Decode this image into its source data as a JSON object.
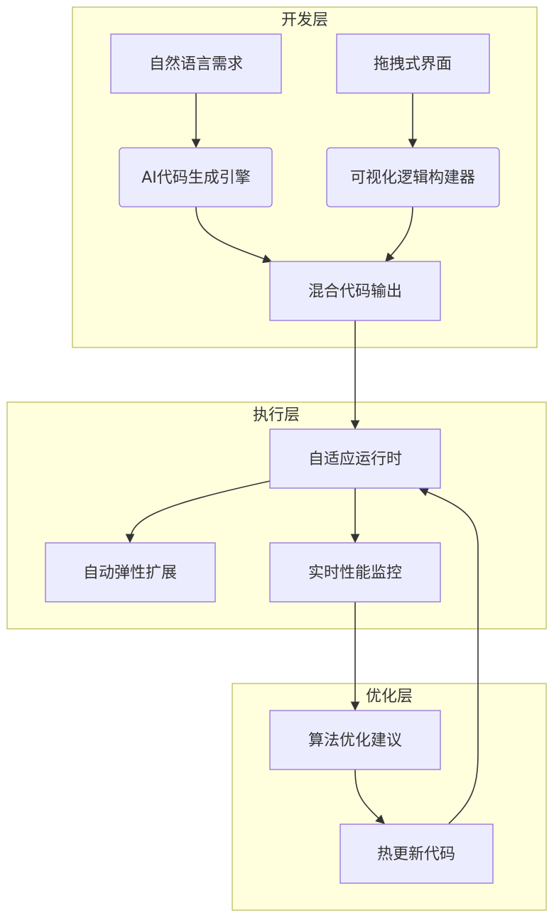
{
  "clusters": {
    "dev": {
      "label": "开发层"
    },
    "exec": {
      "label": "执行层"
    },
    "opt": {
      "label": "优化层"
    }
  },
  "nodes": {
    "nl_req": {
      "label": "自然语言需求"
    },
    "drag_ui": {
      "label": "拖拽式界面"
    },
    "ai_engine": {
      "label": "AI代码生成引擎"
    },
    "visual_builder": {
      "label": "可视化逻辑构建器"
    },
    "hybrid_output": {
      "label": "混合代码输出"
    },
    "adaptive_runtime": {
      "label": "自适应运行时"
    },
    "autoscale": {
      "label": "自动弹性扩展"
    },
    "perf_monitor": {
      "label": "实时性能监控"
    },
    "algo_suggest": {
      "label": "算法优化建议"
    },
    "hot_update": {
      "label": "热更新代码"
    }
  },
  "edges": [
    {
      "from": "nl_req",
      "to": "ai_engine"
    },
    {
      "from": "drag_ui",
      "to": "visual_builder"
    },
    {
      "from": "ai_engine",
      "to": "hybrid_output"
    },
    {
      "from": "visual_builder",
      "to": "hybrid_output"
    },
    {
      "from": "hybrid_output",
      "to": "adaptive_runtime"
    },
    {
      "from": "adaptive_runtime",
      "to": "autoscale"
    },
    {
      "from": "adaptive_runtime",
      "to": "perf_monitor"
    },
    {
      "from": "perf_monitor",
      "to": "algo_suggest"
    },
    {
      "from": "algo_suggest",
      "to": "hot_update"
    },
    {
      "from": "hot_update",
      "to": "adaptive_runtime"
    }
  ]
}
